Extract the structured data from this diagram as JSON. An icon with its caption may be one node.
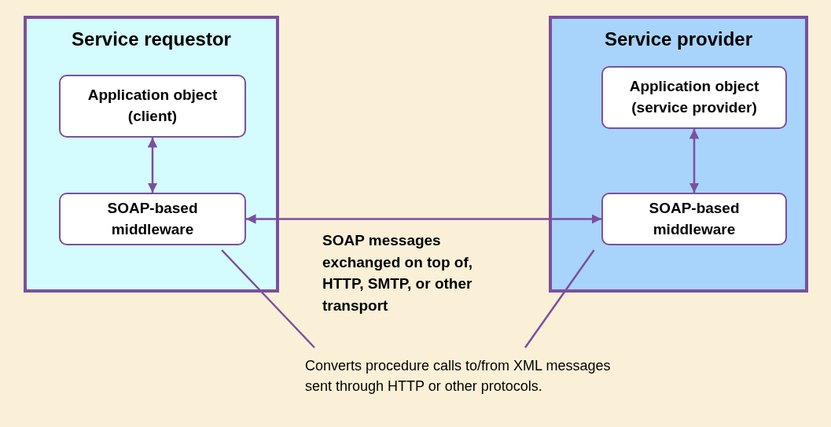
{
  "diagram": {
    "nodes": [
      {
        "text": [
          "Service requestor"
        ]
      },
      {
        "text": [
          "Application object (client)"
        ],
        "in": 0
      },
      {
        "text": [
          "SOAP-based middleware"
        ],
        "in": 0
      },
      {
        "text": [
          "Service provider"
        ]
      },
      {
        "text": [
          "Application object (service provider)"
        ],
        "in": 3
      },
      {
        "text": [
          "SOAP-based middleware"
        ],
        "in": 3
      },
      {
        "text": [
          "Converts procedure calls to/from XML messages sent through HTTP or other protocols."
        ]
      }
    ],
    "edges": [
      {
        "from": 1,
        "to": 2,
        "arrow": "both"
      },
      {
        "from": 2,
        "to": 5,
        "arrow": "both"
      },
      {
        "from": 4,
        "to": 5,
        "arrow": "both"
      },
      {
        "from": 6,
        "to": 2,
        "arrow": "none"
      },
      {
        "from": 6,
        "to": 5,
        "arrow": "none"
      }
    ],
    "labels": [
      "SOAP messages exchanged on top of, HTTP, SMTP, or other transport"
    ]
  }
}
